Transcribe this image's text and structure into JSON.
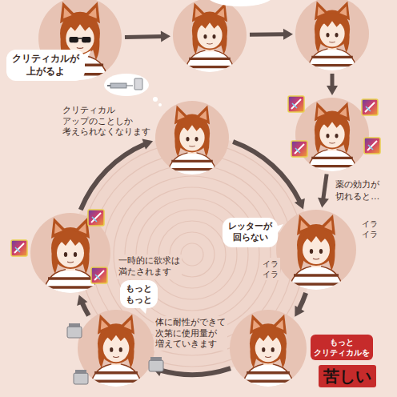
{
  "diagram": {
    "nodes": [
      {
        "text": [
          "クリティカルが 上がるよ"
        ]
      },
      {
        "text": []
      },
      {
        "text": []
      },
      {
        "text": []
      },
      {
        "text": [
          "レッターが 回らない",
          "イラ イラ",
          "イラ イラ"
        ]
      },
      {
        "text": [
          "もっと クリティカルを",
          "苦しい"
        ]
      },
      {
        "text": [
          "体に耐性ができて 次第に使用量が 増えていきます",
          "もっと もっと"
        ]
      },
      {
        "text": [
          "一時的に欲求は 満たされます"
        ]
      },
      {
        "text": [
          "クリティカル アップのことしか 考えられなくなります"
        ]
      }
    ],
    "edges": [
      {
        "from": 0,
        "to": 1,
        "arrow": "to"
      },
      {
        "from": 1,
        "to": 2,
        "arrow": "to"
      },
      {
        "from": 2,
        "to": 3,
        "arrow": "to"
      },
      {
        "from": 3,
        "to": 4,
        "label": "薬の効力が 切れると…",
        "arrow": "to"
      },
      {
        "from": 4,
        "to": 5,
        "arrow": "to"
      },
      {
        "from": 5,
        "to": 6,
        "arrow": "to"
      },
      {
        "from": 6,
        "to": 7,
        "arrow": "to"
      },
      {
        "from": 7,
        "to": 8,
        "arrow": "to"
      },
      {
        "from": 8,
        "to": 4,
        "arrow": "to"
      }
    ]
  }
}
